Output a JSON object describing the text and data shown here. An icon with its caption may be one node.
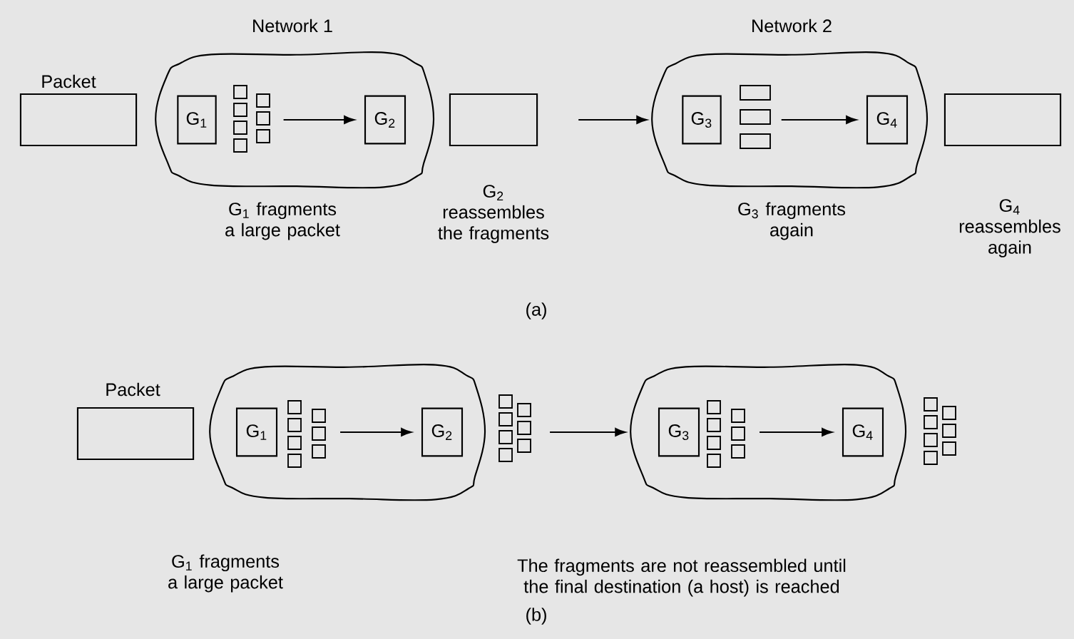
{
  "diagram": {
    "nodes": [
      {
        "text": [
          "Packet"
        ]
      },
      {
        "text": [
          "Network 1"
        ],
        "beside": [
          "G$_{1}$ fragments a large packet"
        ]
      },
      {
        "text": [
          "G$_{1}$"
        ],
        "in": 1
      },
      {
        "text": [
          "G$_{2}$"
        ],
        "in": 1
      },
      {
        "text": [],
        "shape": "box",
        "beside": [
          "G$_{2}$ reassembles the fragments"
        ]
      },
      {
        "text": [
          "Network 2"
        ],
        "beside": [
          "G$_{3}$ fragments again"
        ]
      },
      {
        "text": [
          "G$_{3}$"
        ],
        "in": 5
      },
      {
        "text": [
          "G$_{4}$"
        ],
        "in": 5
      },
      {
        "text": [],
        "shape": "box",
        "beside": [
          "G$_{4}$ reassembles again"
        ]
      },
      {
        "text": [
          "Packet"
        ]
      },
      {
        "text": [],
        "shape": "cloud",
        "beside": [
          "G$_{1}$ fragments a large packet"
        ]
      },
      {
        "text": [
          "G$_{1}$"
        ],
        "in": 10
      },
      {
        "text": [
          "G$_{2}$"
        ],
        "in": 10
      },
      {
        "text": [],
        "shape": "stack"
      },
      {
        "text": [],
        "shape": "cloud"
      },
      {
        "text": [
          "G$_{3}$"
        ],
        "in": 14
      },
      {
        "text": [
          "G$_{4}$"
        ],
        "in": 14
      },
      {
        "text": [],
        "shape": "stack"
      }
    ],
    "edges": [
      {
        "from": 2,
        "to": 3,
        "arrow": "to"
      },
      {
        "from": 4,
        "to": 5,
        "arrow": "to"
      },
      {
        "from": 6,
        "to": 7,
        "arrow": "to"
      },
      {
        "from": 11,
        "to": 12,
        "arrow": "to"
      },
      {
        "from": 13,
        "to": 14,
        "arrow": "to"
      },
      {
        "from": 15,
        "to": 16,
        "arrow": "to"
      }
    ],
    "labels": [
      "(a)",
      "The fragments are not reassembled until the final destination (a host) is reached",
      "(b)"
    ]
  }
}
